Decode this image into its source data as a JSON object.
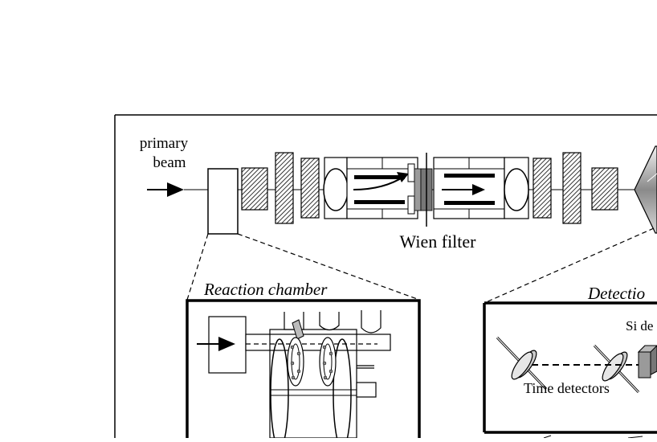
{
  "diagram": {
    "labels": {
      "primary_beam_line1": "primary",
      "primary_beam_line2": "beam",
      "wien_filter": "Wien filter",
      "reaction_chamber": "Reaction chamber",
      "detection": "Detectio",
      "si_detector": "Si de",
      "time_detectors": "Time detectors"
    },
    "colors": {
      "line": "#000000",
      "hatch": "#000000",
      "dark_gray": "#777777",
      "mid_gray": "#9a9a9a",
      "light_gray": "#cccccc"
    },
    "icons": [
      "arrow-right-icon",
      "detector-disc-icon",
      "si-detector-block-icon",
      "dipole-magnet-icon"
    ]
  }
}
